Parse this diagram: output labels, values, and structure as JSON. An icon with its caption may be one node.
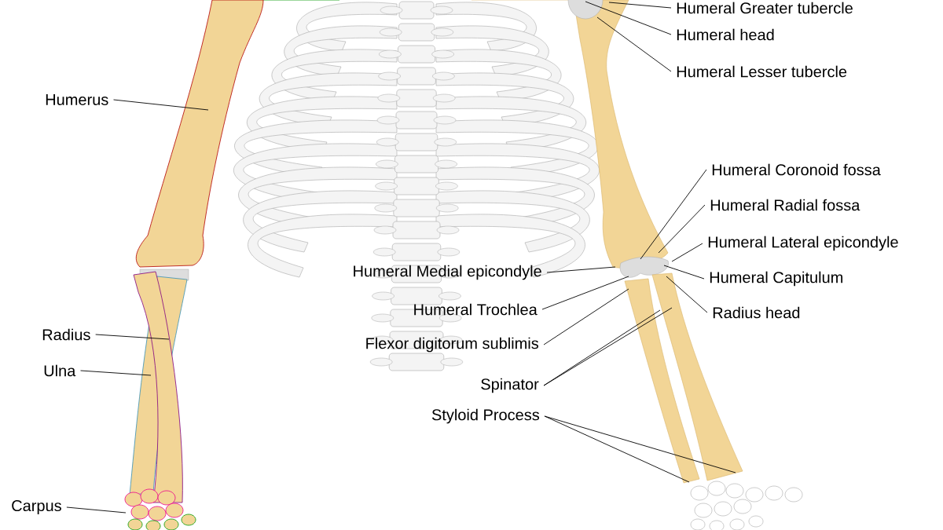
{
  "diagram": {
    "nodes": [
      {
        "text": [
          "Humeral Greater tubercle"
        ]
      },
      {
        "text": [
          "Humeral head"
        ]
      },
      {
        "text": [
          "Humeral Lesser tubercle"
        ]
      },
      {
        "text": [
          "Humerus"
        ]
      },
      {
        "text": [
          "Humeral Coronoid fossa"
        ]
      },
      {
        "text": [
          "Humeral Radial fossa"
        ]
      },
      {
        "text": [
          "Humeral Lateral epicondyle"
        ]
      },
      {
        "text": [
          "Humeral Medial epicondyle"
        ]
      },
      {
        "text": [
          "Humeral Capitulum"
        ]
      },
      {
        "text": [
          "Radius head"
        ]
      },
      {
        "text": [
          "Humeral Trochlea"
        ]
      },
      {
        "text": [
          "Flexor digitorum sublimis"
        ]
      },
      {
        "text": [
          "Radius"
        ]
      },
      {
        "text": [
          "Ulna"
        ]
      },
      {
        "text": [
          "Spinator"
        ]
      },
      {
        "text": [
          "Styloid Process"
        ]
      },
      {
        "text": [
          "Carpus"
        ]
      }
    ],
    "edges": [
      {
        "from": 0,
        "to": null,
        "arrow": "none"
      },
      {
        "from": 1,
        "to": null,
        "arrow": "none"
      },
      {
        "from": 2,
        "to": null,
        "arrow": "none"
      },
      {
        "from": 3,
        "to": null,
        "arrow": "none"
      },
      {
        "from": 4,
        "to": null,
        "arrow": "none"
      },
      {
        "from": 5,
        "to": null,
        "arrow": "none"
      },
      {
        "from": 6,
        "to": null,
        "arrow": "none"
      },
      {
        "from": 7,
        "to": null,
        "arrow": "none"
      },
      {
        "from": 8,
        "to": null,
        "arrow": "none"
      },
      {
        "from": 9,
        "to": null,
        "arrow": "none"
      },
      {
        "from": 10,
        "to": null,
        "arrow": "none"
      },
      {
        "from": 11,
        "to": null,
        "arrow": "none"
      },
      {
        "from": 12,
        "to": null,
        "arrow": "none"
      },
      {
        "from": 13,
        "to": null,
        "arrow": "none"
      },
      {
        "from": 14,
        "to": null,
        "arrow": "none"
      },
      {
        "from": 14,
        "to": null,
        "arrow": "none"
      },
      {
        "from": 15,
        "to": null,
        "arrow": "none"
      },
      {
        "from": 15,
        "to": null,
        "arrow": "none"
      },
      {
        "from": 16,
        "to": null,
        "arrow": "none"
      }
    ]
  }
}
